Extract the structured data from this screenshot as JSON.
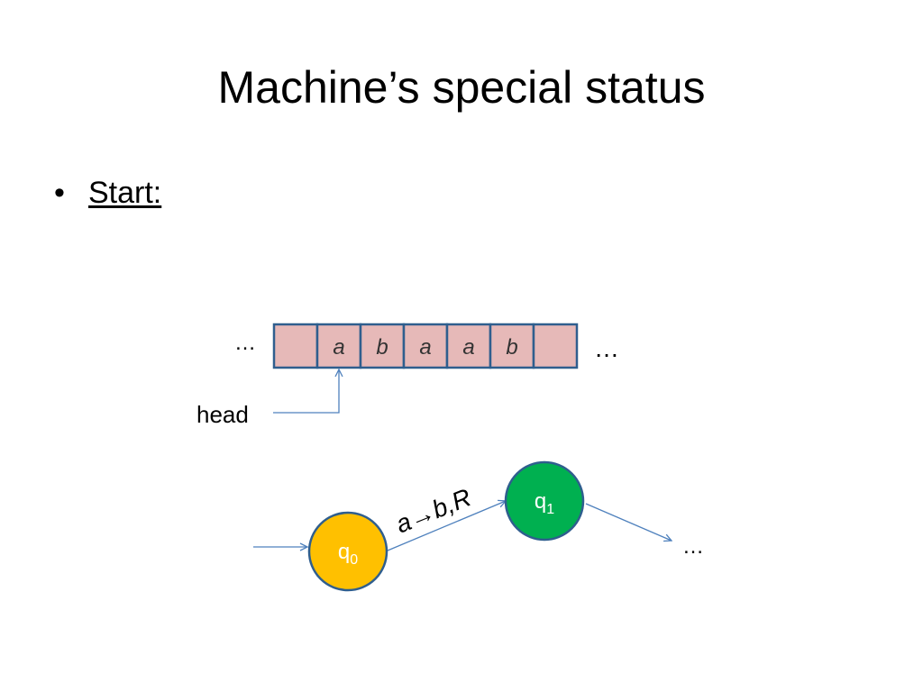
{
  "slide": {
    "title": "Machine’s special status",
    "bullet": "Start:"
  },
  "tape": {
    "cells": [
      "",
      "a",
      "b",
      "a",
      "a",
      "b",
      ""
    ],
    "left_ellipsis": "…",
    "right_ellipsis": "…",
    "head_label": "head",
    "cell_fill": "#e6b9b8",
    "cell_border": "#2f5e8e"
  },
  "states": [
    {
      "id": "q0",
      "base": "q",
      "sub": "0",
      "fill": "#ffc000",
      "start": true
    },
    {
      "id": "q1",
      "base": "q",
      "sub": "1",
      "fill": "#00b050",
      "start": false
    }
  ],
  "transition": {
    "label_read": "a",
    "label_arrow": "→",
    "label_rest": "b,R"
  },
  "continuation": "…",
  "colors": {
    "arrow": "#4f81bd",
    "state_border": "#2f5e8e"
  }
}
